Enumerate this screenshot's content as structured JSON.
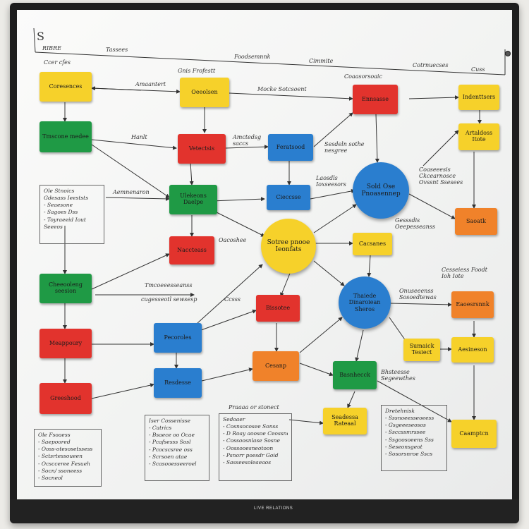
{
  "board": {
    "tray_label": "LIVE RELATIONS"
  },
  "header": {
    "mark": "S",
    "row": [
      "RIBRE",
      "Tassees",
      "Foodsemnnk",
      "Cimmite",
      "Cotrnuecses",
      "Cuss"
    ],
    "sub": "Ccer cfes"
  },
  "colors": {
    "yellow": "#f6d12a",
    "green": "#1f9a45",
    "red": "#e2332d",
    "blue": "#2a7ecf",
    "orange": "#f0822a"
  },
  "cards": {
    "c1": "Coresences",
    "c2": "Oeeolsen",
    "c3": "Ennsasse",
    "c4": "Indenttsers",
    "c5": "Tmscone medee",
    "c6": "Vetectsis",
    "c7": "Feratsood",
    "c8": "Artaldoss Itote",
    "c9": "Ulekeons Daelpe",
    "c10": "Cieccsse",
    "c11": "Saoatk",
    "c12": "Naccteass",
    "c13": "Cacsanes",
    "c14": "Cheeooleng seesion",
    "c15": "Bissotee",
    "c16": "Eaoesrsnnk",
    "c17": "Meappoury",
    "c18": "Pecoroles",
    "c19": "Sumaick Tesiect",
    "c20": "Aesineson",
    "c21": "Cesanp",
    "c22": "Basnhecck",
    "c23": "Resdesse",
    "c24": "Greeshood",
    "c25": "Seadessa Rateaal",
    "c26": "Caamptcn"
  },
  "circles": {
    "k1": "Sold Ose Pnoasennep",
    "k2": "Sotree pnooe Ieonfats",
    "k3": "Thaiede Dinaroiean Sheros"
  },
  "labels": {
    "l1": "Amaantert",
    "l2": "Mocke Sotcsoent",
    "l3": "Gnis Frofestt",
    "l4": "Coaasorsoaic",
    "l5": "Hanlt",
    "l6": "Amctedsg saccs",
    "l7": "Sesdeln sothe nesgree",
    "l8": "Laosdls Ioxseesors",
    "l9": "Aemnenaron",
    "l10": "Coaseeesis Ckcearnosce Ovssnt Ssesees",
    "l11": "Oacoshee",
    "l12": "Gesssdis Oeepesseanss",
    "l13": "Tmcoeeesseanss",
    "l14": "cugesseotl sewsesp",
    "l15": "Ccsss",
    "l16": "Onuseeenss Sosoedtewas",
    "l17": "Cesseiess Foodt Ioh Iote",
    "l18": "Bhsteesse Segeewthes",
    "l19": "Praaaa or stonect"
  },
  "notes": {
    "n1": {
      "title": "Ole Stnoics",
      "lines": [
        "Gdesass Ieeststs",
        "- Seaesone",
        "- Sagoes Dss",
        "- Toyraeeid Iout",
        "  Seeeos"
      ]
    },
    "n2": {
      "title": "Ole Fsoaess",
      "lines": [
        "- Saepoored",
        "- Ooss-otesosetssess",
        "- Sctsrtessoueen",
        "- Ocscceree Fesueh",
        "- Socn/ ssoneess",
        "- Socneol"
      ]
    },
    "n3": {
      "title": "Iser Cossenisse",
      "lines": [
        "- Catrics",
        "- Bsaece oo Ocae",
        "- Pcafsesss Sosl",
        "- Pcocscsree oss",
        "- Scrsoen atae",
        "- Scasooesseeroel"
      ]
    },
    "n4": {
      "title": "Sedoaer",
      "lines": [
        "- Cosnsocosee Sonss",
        "- D Roay aoosoe Ceossne",
        "- Cossoosnlase Sosne",
        "- Oossooesneotoon",
        "- Psnorr poesdr Goid",
        "- Sasseesoleaeaos"
      ]
    },
    "n5": {
      "title": "Dretehnisk",
      "lines": [
        "- Sssnoeesseoeess",
        "- Gsgeeeseosos",
        "- Ssccssmrssee",
        "- Ssgoosoeens Sss",
        "- Seseonsgeot",
        "- Sosorsnroe Sscs"
      ]
    }
  }
}
